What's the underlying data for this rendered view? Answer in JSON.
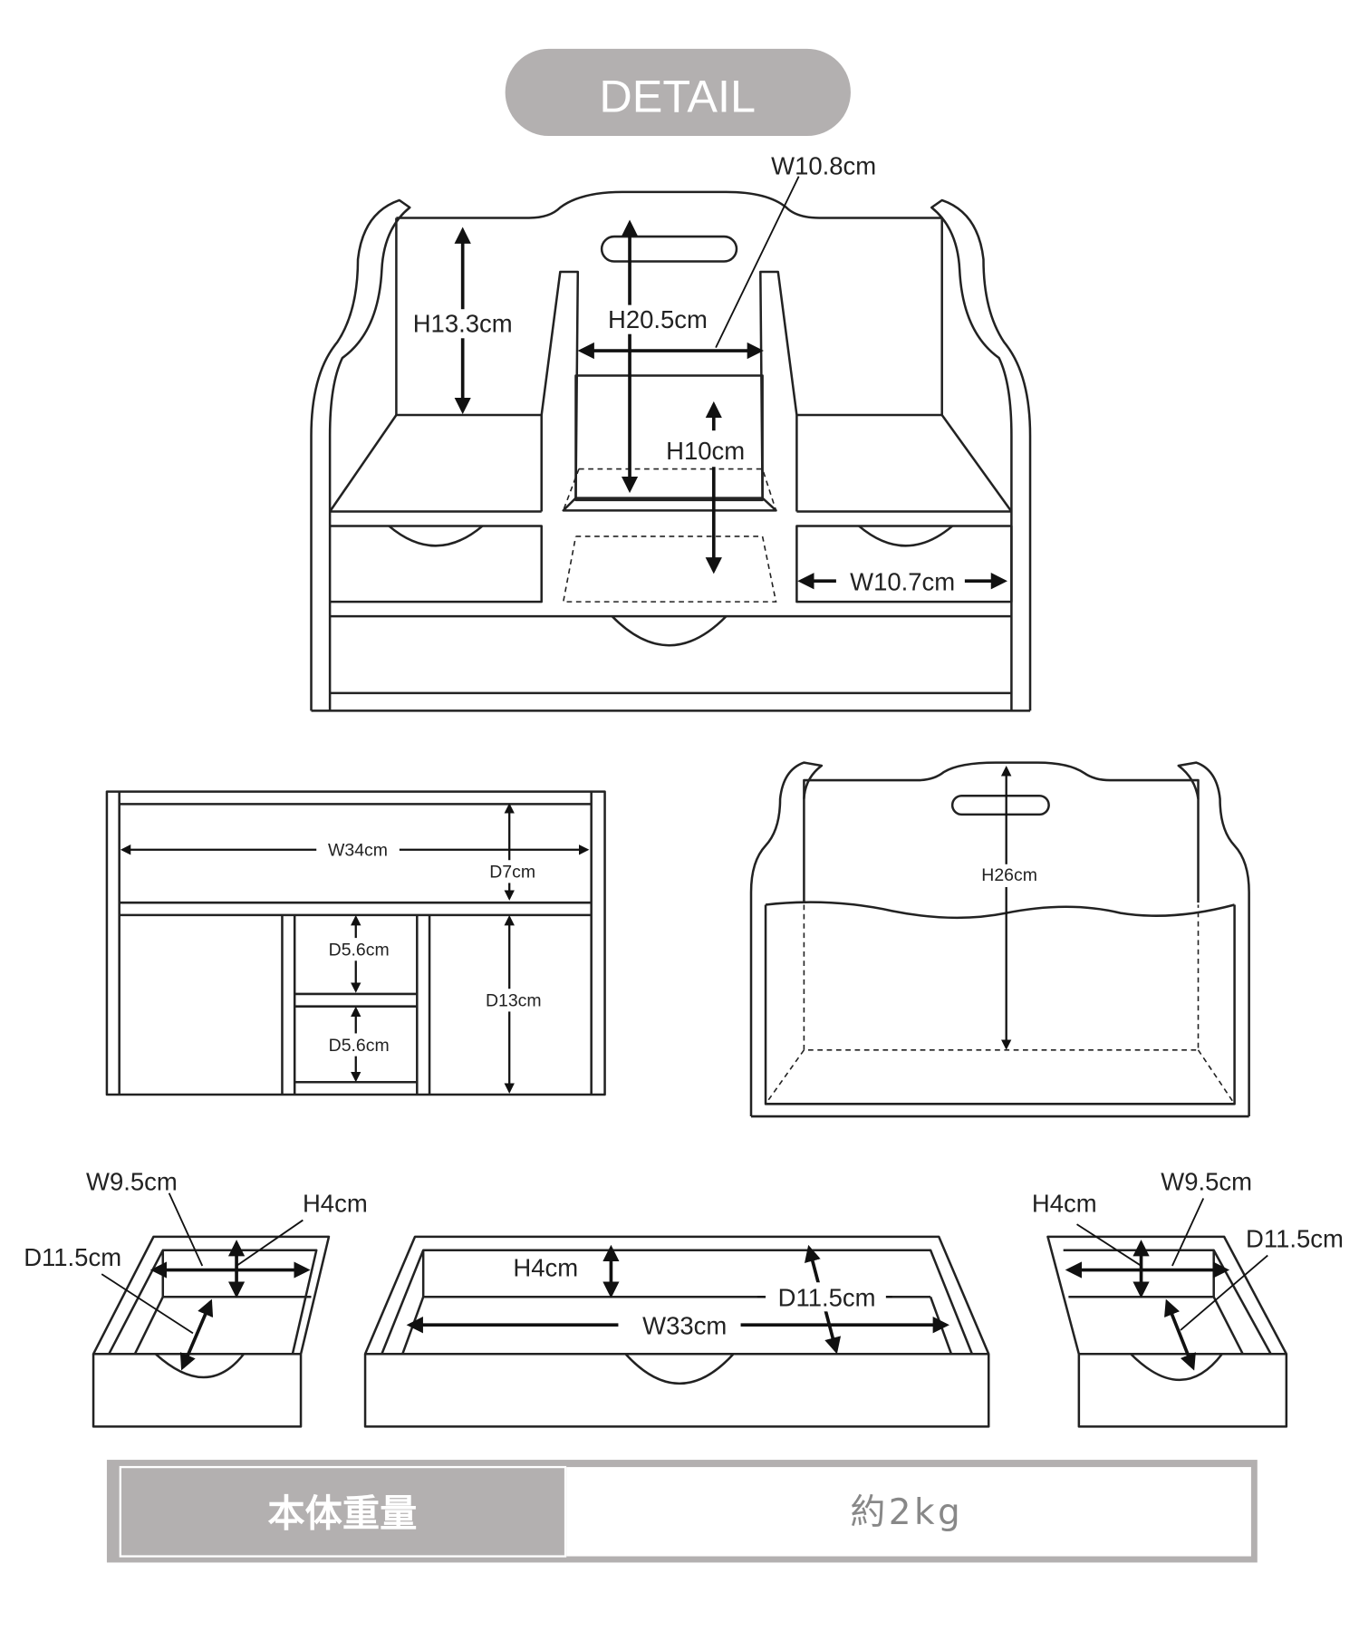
{
  "header": {
    "title": "DETAIL"
  },
  "front_view": {
    "w_top": "W10.8cm",
    "h_left": "H13.3cm",
    "h_center": "H20.5cm",
    "h_pocket": "H10cm",
    "w_drawer": "W10.7cm"
  },
  "top_view": {
    "width": "W34cm",
    "depth_top": "D7cm",
    "depth_drawer_1": "D5.6cm",
    "depth_drawer_2": "D5.6cm",
    "depth_bottom": "D13cm"
  },
  "side_view": {
    "height": "H26cm"
  },
  "tray_left": {
    "width": "W9.5cm",
    "height": "H4cm",
    "depth": "D11.5cm"
  },
  "tray_center": {
    "height": "H4cm",
    "depth": "D11.5cm",
    "width": "W33cm"
  },
  "tray_right": {
    "height": "H4cm",
    "width": "W9.5cm",
    "depth": "D11.5cm"
  },
  "spec_table": {
    "label": "本体重量",
    "value": "約2kg"
  },
  "colors": {
    "badge": "#b3b0b0",
    "line": "#222222"
  }
}
